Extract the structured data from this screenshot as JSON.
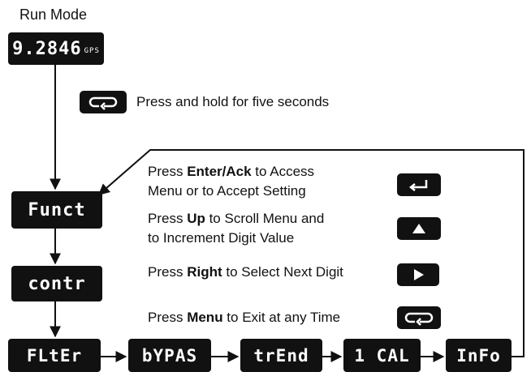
{
  "diagram": {
    "title": "Run Mode",
    "run_display": {
      "value": "9.2846",
      "unit": "GPS"
    },
    "hold_instruction": "Press and hold for five seconds",
    "menu_items": [
      "Funct",
      "contr"
    ],
    "bottom_items": [
      "FLtEr",
      "bYPAS",
      "trEnd",
      "1 CAL",
      "InFo"
    ],
    "notes": {
      "enter": {
        "pre": "Press ",
        "bold": "Enter/Ack",
        "post": " to Access",
        "line2": "Menu or to Accept Setting"
      },
      "up": {
        "pre": "Press ",
        "bold": "Up",
        "post": " to Scroll Menu and",
        "line2": "to Increment Digit Value"
      },
      "right": {
        "pre": "Press ",
        "bold": "Right",
        "post": " to Select Next Digit"
      },
      "menu": {
        "pre": "Press ",
        "bold": "Menu",
        "post": " to Exit at any Time"
      }
    },
    "keys": {
      "menu": "menu-key-icon",
      "enter": "enter-key-icon",
      "up": "up-key-icon",
      "right": "right-key-icon"
    }
  }
}
